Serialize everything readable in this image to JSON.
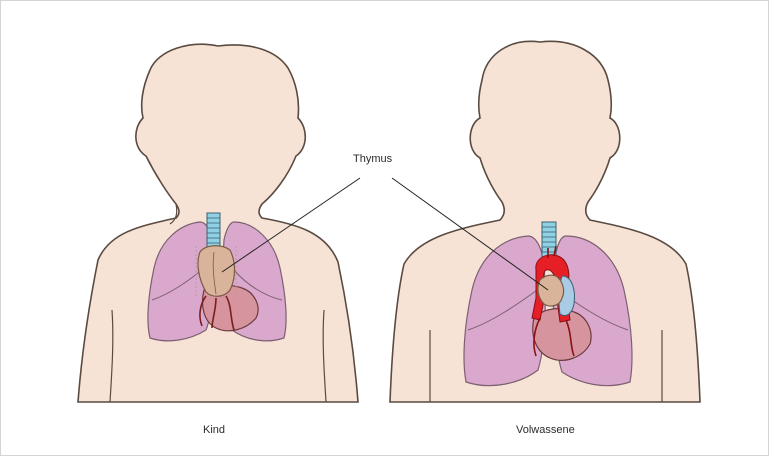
{
  "labels": {
    "thymus": "Thymus",
    "child": "Kind",
    "adult": "Volwassene"
  },
  "colors": {
    "skin": "#f6e3d6",
    "skin_outline": "#5a4a40",
    "lung": "#d9a8cc",
    "heart": "#d6949e",
    "thymus": "#d9b49a",
    "trachea": "#8fd0e4",
    "artery": "#e61e25",
    "vein": "#a9cbe6",
    "vessel_dark": "#7a1e1e"
  }
}
